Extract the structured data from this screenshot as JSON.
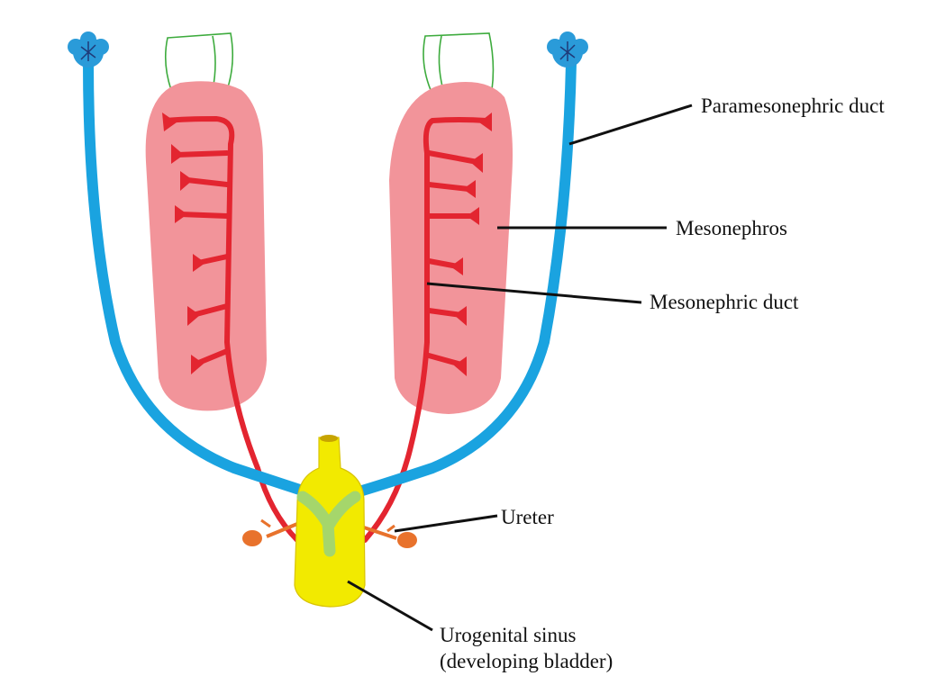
{
  "labels": {
    "paramesonephric_duct": "Paramesonephric duct",
    "mesonephros": "Mesonephros",
    "mesonephric_duct": "Mesonephric duct",
    "ureter": "Ureter",
    "urogenital_sinus_line1": "Urogenital sinus",
    "urogenital_sinus_line2": "(developing bladder)"
  },
  "colors": {
    "paramesonephric": "#1aa3e0",
    "fimbria": "#2a9bd9",
    "mesonephros": "#f2949a",
    "mesonephric": "#e32530",
    "gonad_outline": "#3dab3d",
    "sinus": "#f2ea00",
    "sinus_overlap": "#a5d66b",
    "ureter_bud": "#e8722c",
    "leader_line": "#111111"
  }
}
